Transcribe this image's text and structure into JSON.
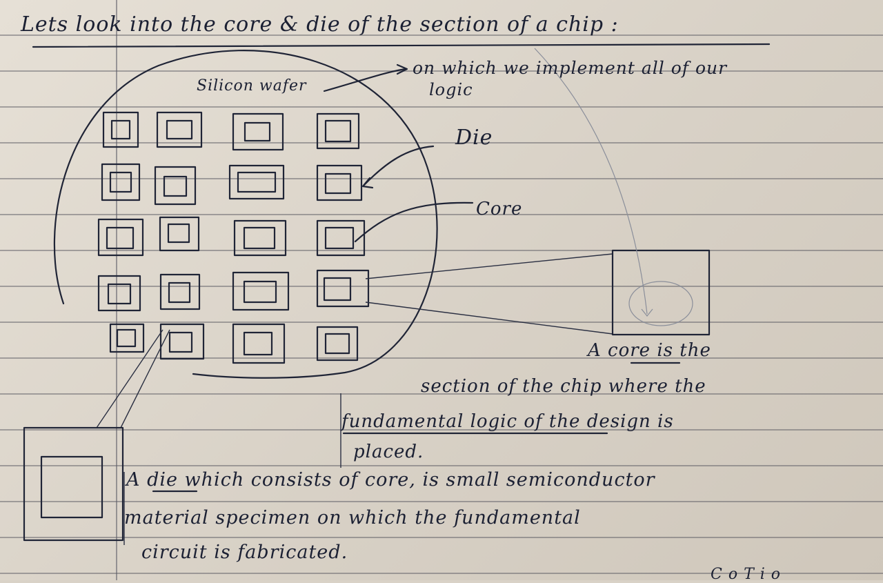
{
  "notes": {
    "title": "Lets look into the core & die of the section of a chip :",
    "wafer_label": "Silicon wafer",
    "wafer_note_line1": "on which we implement all of our",
    "wafer_note_line2": "logic",
    "die_label": "Die",
    "core_label": "Core",
    "core_definition": [
      "A core is the",
      "section of the chip where the",
      "fundamental logic of the design is",
      "placed."
    ],
    "die_definition": [
      "A die which consists of core, is small semiconductor",
      "material specimen on which the fundamental",
      "circuit is fabricated."
    ],
    "corner_text": "C o T i o"
  },
  "icons": {
    "wafer": "circle-wafer-drawing",
    "die_grid": "die-grid-drawing",
    "zoom_die": "die-zoom-square",
    "zoom_core": "core-zoom-square"
  },
  "colors": {
    "ink": "#1f2436",
    "paper": "#e2dbd0",
    "rule_line": "#50505a"
  }
}
